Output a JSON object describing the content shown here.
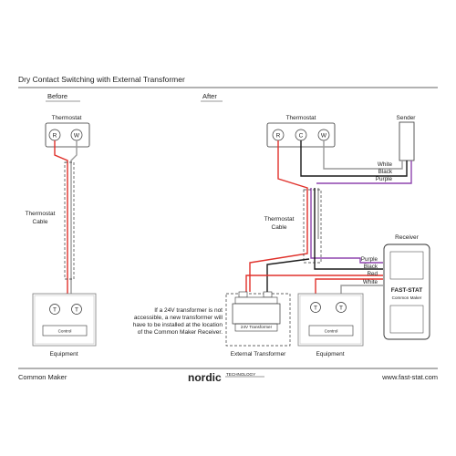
{
  "title": "Dry Contact Switching with External Transformer",
  "before": {
    "heading": "Before",
    "thermostat": {
      "label": "Thermostat",
      "terminals": [
        "R",
        "W"
      ]
    },
    "cable_label": [
      "Thermostat",
      "Cable"
    ],
    "equipment": {
      "label": "Equipment",
      "terminals": [
        "T",
        "T"
      ],
      "control": "Control"
    }
  },
  "after": {
    "heading": "After",
    "thermostat": {
      "label": "Thermostat",
      "terminals": [
        "R",
        "C",
        "W"
      ]
    },
    "sender": {
      "label": "Sender"
    },
    "cable_label": [
      "Thermostat",
      "Cable"
    ],
    "sender_wires": [
      "White",
      "Black",
      "Purple"
    ],
    "receiver": {
      "label": "Receiver",
      "brand": "FAST-STAT",
      "sub": "Common Maker"
    },
    "receiver_wires": [
      "Purple",
      "Black",
      "Red",
      "White"
    ],
    "note": [
      "If a 24V transformer is not",
      "accessible, a new transformer will",
      "have to be installed at the location",
      "of the Common Maker Receiver."
    ],
    "transformer": {
      "label": "24V Transformer",
      "caption": "External Transformer"
    },
    "equipment": {
      "label": "Equipment",
      "terminals": [
        "T",
        "T"
      ],
      "control": "Control"
    }
  },
  "footer": {
    "left": "Common Maker",
    "logo": "nordic",
    "logo_sub": "TECHNOLOGY",
    "right": "www.fast-stat.com"
  },
  "colors": {
    "red": "#e0312b",
    "black": "#1a1a1a",
    "grey": "#9a9a9a",
    "purple": "#8e44ad",
    "line": "#333333",
    "frame": "#7a7a7a"
  }
}
